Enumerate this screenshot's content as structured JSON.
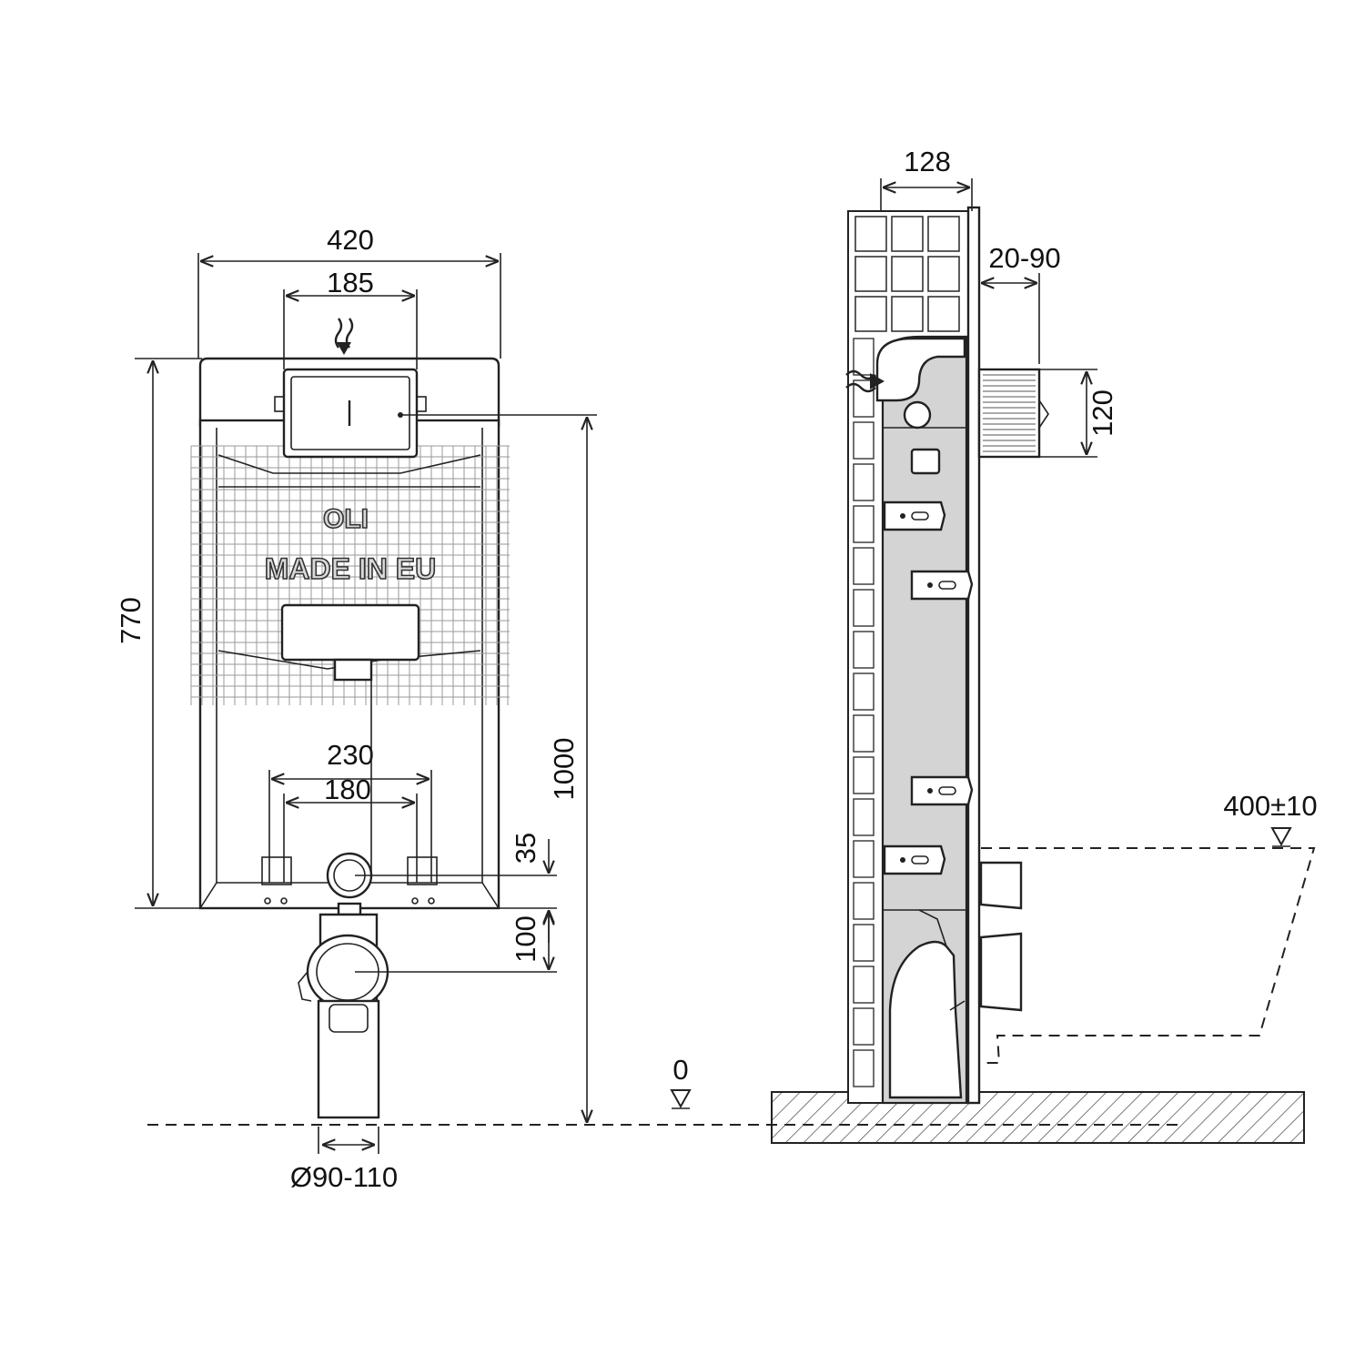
{
  "front_view": {
    "brand": "OLI",
    "made_in": "MADE IN EU",
    "dims": {
      "total_width": "420",
      "flush_plate_width": "185",
      "frame_height": "770",
      "total_height": "1000",
      "fixing_outer": "230",
      "fixing_inner": "180",
      "dim_35": "35",
      "dim_100": "100",
      "pipe_diameter": "Ø90-110",
      "floor_level": "0"
    }
  },
  "side_view": {
    "dims": {
      "depth": "128",
      "wall_range": "20-90",
      "inlet_height": "120",
      "seat_height": "400±10"
    }
  },
  "colors": {
    "line": "#222222",
    "fill_grey": "#d4d4d4",
    "hatch": "#444444"
  }
}
